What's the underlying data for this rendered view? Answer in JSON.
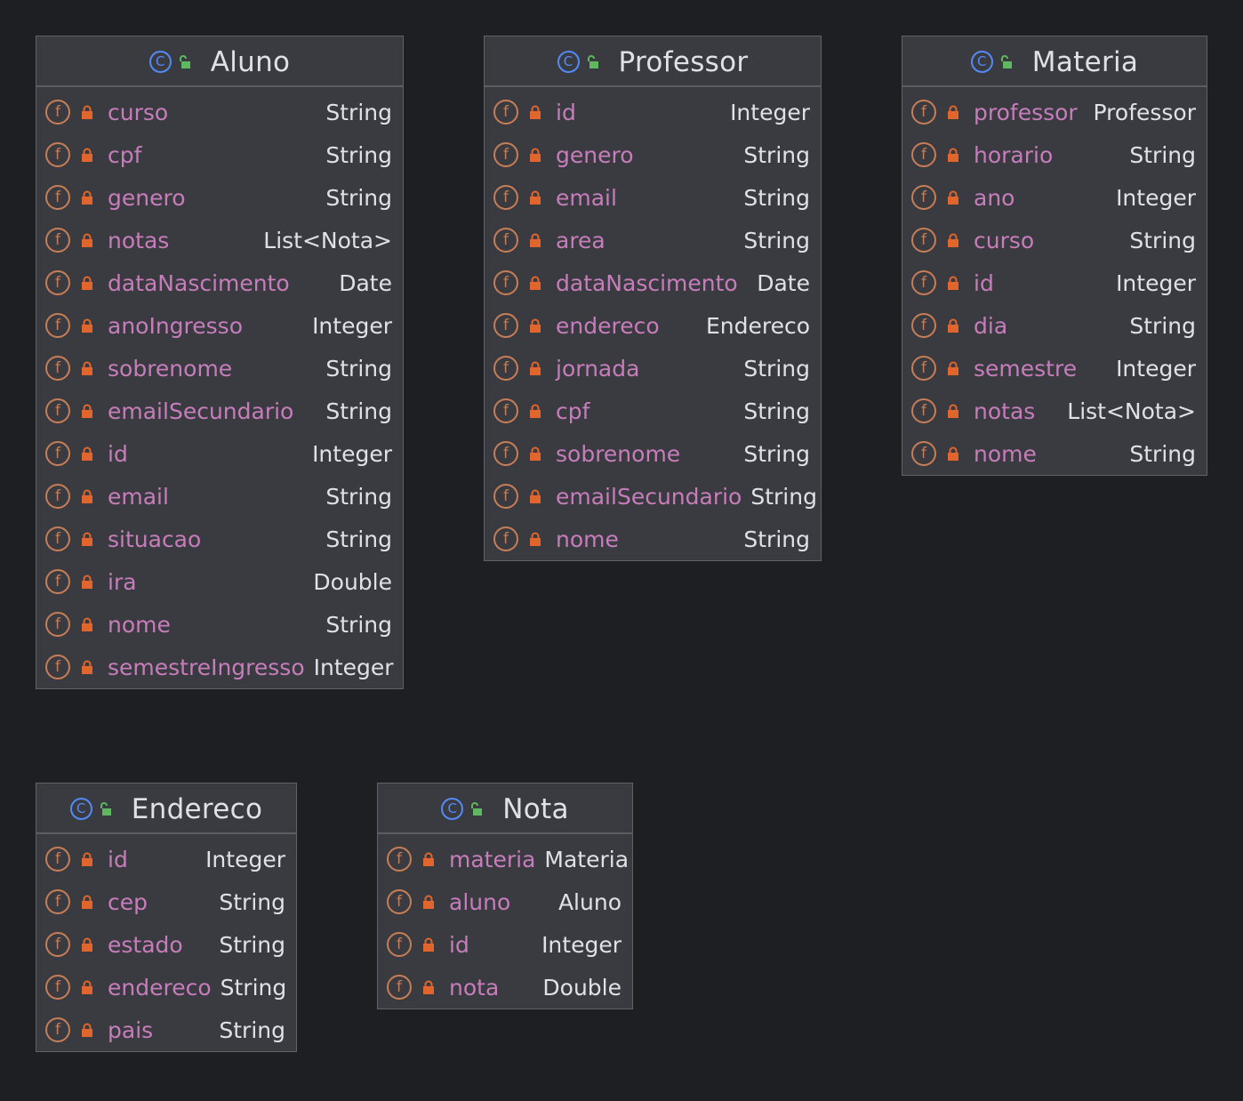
{
  "colors": {
    "background": "#1e1f22",
    "box_background": "#393b40",
    "class_icon": "#548af7",
    "field_icon": "#c77d55",
    "field_name": "#c77dbb",
    "type_text": "#dfe1e5",
    "unlock_icon": "#5fb85f",
    "lock_icon": "#e0662e"
  },
  "classes": [
    {
      "name": "Aluno",
      "class_icon": "c-class-icon",
      "fields": [
        {
          "name": "curso",
          "type": "String"
        },
        {
          "name": "cpf",
          "type": "String"
        },
        {
          "name": "genero",
          "type": "String"
        },
        {
          "name": "notas",
          "type": "List<Nota>"
        },
        {
          "name": "dataNascimento",
          "type": "Date"
        },
        {
          "name": "anoIngresso",
          "type": "Integer"
        },
        {
          "name": "sobrenome",
          "type": "String"
        },
        {
          "name": "emailSecundario",
          "type": "String"
        },
        {
          "name": "id",
          "type": "Integer"
        },
        {
          "name": "email",
          "type": "String"
        },
        {
          "name": "situacao",
          "type": "String"
        },
        {
          "name": "ira",
          "type": "Double"
        },
        {
          "name": "nome",
          "type": "String"
        },
        {
          "name": "semestreIngresso",
          "type": "Integer"
        }
      ]
    },
    {
      "name": "Professor",
      "class_icon": "c-class-icon",
      "fields": [
        {
          "name": "id",
          "type": "Integer"
        },
        {
          "name": "genero",
          "type": "String"
        },
        {
          "name": "email",
          "type": "String"
        },
        {
          "name": "area",
          "type": "String"
        },
        {
          "name": "dataNascimento",
          "type": "Date"
        },
        {
          "name": "endereco",
          "type": "Endereco"
        },
        {
          "name": "jornada",
          "type": "String"
        },
        {
          "name": "cpf",
          "type": "String"
        },
        {
          "name": "sobrenome",
          "type": "String"
        },
        {
          "name": "emailSecundario",
          "type": "String"
        },
        {
          "name": "nome",
          "type": "String"
        }
      ]
    },
    {
      "name": "Materia",
      "class_icon": "c-class-icon",
      "fields": [
        {
          "name": "professor",
          "type": "Professor"
        },
        {
          "name": "horario",
          "type": "String"
        },
        {
          "name": "ano",
          "type": "Integer"
        },
        {
          "name": "curso",
          "type": "String"
        },
        {
          "name": "id",
          "type": "Integer"
        },
        {
          "name": "dia",
          "type": "String"
        },
        {
          "name": "semestre",
          "type": "Integer"
        },
        {
          "name": "notas",
          "type": "List<Nota>"
        },
        {
          "name": "nome",
          "type": "String"
        }
      ]
    },
    {
      "name": "Endereco",
      "class_icon": "c-class-icon",
      "fields": [
        {
          "name": "id",
          "type": "Integer"
        },
        {
          "name": "cep",
          "type": "String"
        },
        {
          "name": "estado",
          "type": "String"
        },
        {
          "name": "endereco",
          "type": "String"
        },
        {
          "name": "pais",
          "type": "String"
        }
      ]
    },
    {
      "name": "Nota",
      "class_icon": "c-class-icon",
      "fields": [
        {
          "name": "materia",
          "type": "Materia"
        },
        {
          "name": "aluno",
          "type": "Aluno"
        },
        {
          "name": "id",
          "type": "Integer"
        },
        {
          "name": "nota",
          "type": "Double"
        }
      ]
    }
  ]
}
